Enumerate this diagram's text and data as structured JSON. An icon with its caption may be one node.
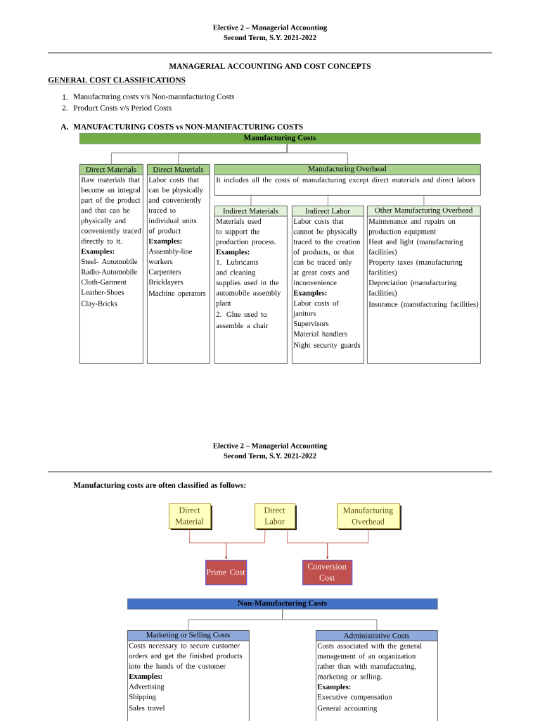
{
  "diagram": {
    "title": "MANAGERIAL ACCOUNTING AND COST CONCEPTS",
    "nodes": [
      {
        "text": [
          "Manufacturing Costs"
        ]
      },
      {
        "text": [
          "Direct Materials",
          "Raw materials that become an integral part of the product and that can be physically and conveniently traced directly to it.",
          "Examples:",
          "Steel- Automobile",
          "Radio-Automobile",
          "Cloth-Garment",
          "Leather-Shoes",
          "Clay-Bricks"
        ]
      },
      {
        "text": [
          "Direct Materials",
          "Labor costs that can be physically and conveniently traced to individual units of product",
          "Examples:",
          "Assembly-line workers",
          "Carpenters",
          "Bricklayers",
          "Machine operators"
        ]
      },
      {
        "text": [
          "Manufacturing Overhead",
          "It includes all the costs of manufacturing except direct materials and direct labors"
        ]
      },
      {
        "text": [
          "Indirect Materials",
          "Materials used to support the production process.",
          "Examples:",
          "1. Lubricants and cleaning supplies used in the automobile assembly plant",
          "2. Glue used to assemble a chair"
        ]
      },
      {
        "text": [
          "Indirect Labor",
          "Labor costs that cannot be physically traced to the creation of products, or that can be traced only at great costs and inconvenience",
          "Examples:",
          "Labor costs of janitors",
          "Supervisors",
          "Material handlers",
          "Night security guards"
        ]
      },
      {
        "text": [
          "Other Manufacturing Overhead",
          "Maintenance and repairs on production equipment",
          "Heat and light (manufacturing facilities)",
          "Property taxes (manufacturing facilities)",
          "Depreciation (manufacturing facilities)",
          "Insurance (manufacturing facilities)"
        ]
      },
      {
        "text": [
          "Direct Material"
        ]
      },
      {
        "text": [
          "Direct Labor"
        ]
      },
      {
        "text": [
          "Manufacturing Overhead"
        ]
      },
      {
        "text": [
          "Prime Cost"
        ]
      },
      {
        "text": [
          "Conversion Cost"
        ]
      },
      {
        "text": [
          "Non-Manufacturing Costs"
        ]
      },
      {
        "text": [
          "Marketing or Selling Costs",
          "Costs necessary to secure customer orders and get the finished products into the hands of the customer",
          "Examples:",
          "Advertising",
          "Shipping",
          "Sales travel"
        ]
      },
      {
        "text": [
          "Administrative Costs",
          "Costs associated with the general management of an organization rather than with manufacturing, marketing or selling.",
          "Examples:",
          "Executive compensation",
          "General accounting"
        ]
      }
    ],
    "edges": [
      {
        "from": 0,
        "to": 1,
        "arrow": "none"
      },
      {
        "from": 0,
        "to": 2,
        "arrow": "none"
      },
      {
        "from": 0,
        "to": 3,
        "arrow": "none"
      },
      {
        "from": 3,
        "to": 4,
        "arrow": "none"
      },
      {
        "from": 3,
        "to": 5,
        "arrow": "none"
      },
      {
        "from": 3,
        "to": 6,
        "arrow": "none"
      },
      {
        "from": 7,
        "to": 10,
        "arrow": "to",
        "color": "#c0504d"
      },
      {
        "from": 8,
        "to": 10,
        "arrow": "to",
        "color": "#c0504d"
      },
      {
        "from": 8,
        "to": 11,
        "arrow": "to",
        "color": "#c0504d"
      },
      {
        "from": 9,
        "to": 11,
        "arrow": "to",
        "color": "#c0504d"
      },
      {
        "from": 12,
        "to": 13,
        "arrow": "none"
      },
      {
        "from": 12,
        "to": 14,
        "arrow": "none"
      }
    ],
    "labels": [
      "Elective 2 – Managerial Accounting",
      "Second Term, S.Y. 2021-2022",
      "GENERAL COST CLASSIFICATIONS",
      "1.",
      "Manufacturing costs v/s Non-manufacturing Costs",
      "2.",
      "Product Costs v/s Period Costs",
      "A.",
      "MANUFACTURING COSTS vs NON-MANIFACTURING COSTS",
      "Elective 2 – Managerial Accounting",
      "Second Term, S.Y. 2021-2022",
      "Manufacturing costs are often classified as follows:"
    ]
  }
}
